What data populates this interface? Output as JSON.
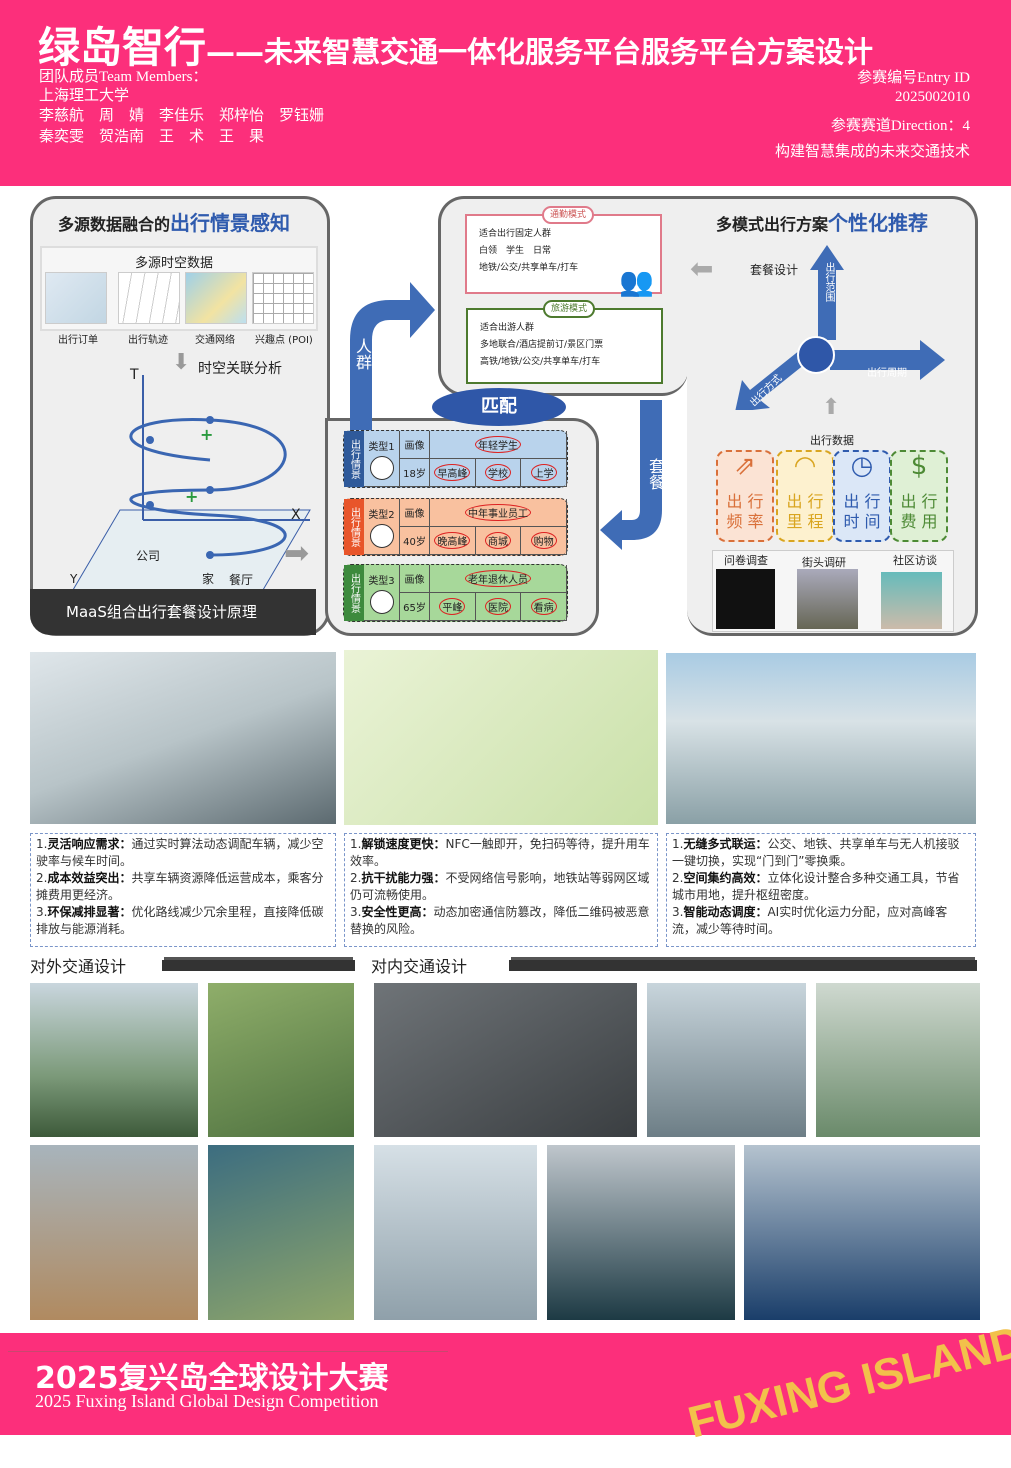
{
  "header": {
    "title_main": "绿岛智行",
    "title_sub": "——未来智慧交通一体化服务平台服务平台方案设计",
    "team_label": "团队成员Team Members：",
    "school": "上海理工大学",
    "members_line1": "李慈航　周　婧　李佳乐　郑梓怡　罗钰姗",
    "members_line2": "秦奕雯　贺浩南　王　术　王　果",
    "entry_label": "参赛编号Entry ID",
    "entry_id": "2025002010",
    "direction_label": "参赛赛道Direction：4",
    "direction_name": "构建智慧集成的未来交通技术"
  },
  "perception": {
    "title_plain": "多源数据融合的",
    "title_accent": "出行情景感知",
    "data_title": "多源时空数据",
    "sources": [
      "出行订单",
      "出行轨迹",
      "交通网络",
      "兴趣点 (POI)"
    ],
    "analysis_label": "时空关联分析",
    "axes": {
      "t": "T",
      "x": "X",
      "y": "Y"
    },
    "places": [
      "公司",
      "家",
      "餐厅"
    ],
    "modes": [
      "+",
      "+"
    ],
    "banner": "MaaS组合出行套餐设计原理"
  },
  "flow": {
    "crowd": "人群",
    "match": "匹配",
    "package": "套餐"
  },
  "modes": [
    {
      "tag": "通勤模式",
      "lines": [
        "适合出行固定人群",
        "白领　学生　日常",
        "地铁/公交/共享单车/打车"
      ],
      "color": "#e07a8a"
    },
    {
      "tag": "旅游模式",
      "lines": [
        "适合出游人群",
        "多地联合/酒店提前订/景区门票",
        "高铁/地铁/公交/共享单车/打车"
      ],
      "color": "#4d7a2e"
    }
  ],
  "scenarios": [
    {
      "side": "出行情景",
      "type": "类型1",
      "portrait": "画像",
      "persona": "年轻学生",
      "age": "18岁",
      "tags": [
        "早高峰",
        "学校",
        "上学"
      ],
      "color": "#b9d3ec",
      "side_color": "#2f5a9a"
    },
    {
      "side": "出行情景",
      "type": "类型2",
      "portrait": "画像",
      "persona": "中年事业员工",
      "age": "40岁",
      "tags": [
        "晚高峰",
        "商城",
        "购物"
      ],
      "color": "#f9c19f",
      "side_color": "#e8552a"
    },
    {
      "side": "出行情景",
      "type": "类型3",
      "portrait": "画像",
      "persona": "老年退休人员",
      "age": "65岁",
      "tags": [
        "平峰",
        "医院",
        "看病"
      ],
      "color": "#a7d89a",
      "side_color": "#3d8a3d"
    }
  ],
  "recommend": {
    "title_plain": "多模式出行方案",
    "title_accent": "个性化推荐",
    "package_design": "套餐设计",
    "axes": [
      "出行范围",
      "出行周期",
      "出行方式"
    ],
    "data_label": "出行数据",
    "metrics": [
      {
        "label1": "出 行",
        "label2": "频 率",
        "icon": "people-trend-icon",
        "color": "#d9703a",
        "bg": "#fbe3d4"
      },
      {
        "label1": "出 行",
        "label2": "里 程",
        "icon": "speedometer-icon",
        "color": "#d9a520",
        "bg": "#fdf1cf"
      },
      {
        "label1": "出 行",
        "label2": "时 间",
        "icon": "clock-icon",
        "color": "#2f5bae",
        "bg": "#dbe7f7"
      },
      {
        "label1": "出 行",
        "label2": "费 用",
        "icon": "dollar-icon",
        "color": "#4d8a35",
        "bg": "#dff0d5"
      }
    ],
    "methods": [
      "问卷调查",
      "街头调研",
      "社区访谈"
    ]
  },
  "features": [
    {
      "items": [
        {
          "n": "1.",
          "b": "灵活响应需求：",
          "t": "通过实时算法动态调配车辆，减少空驶率与候车时间。"
        },
        {
          "n": "2.",
          "b": "成本效益突出：",
          "t": "共享车辆资源降低运营成本，乘客分摊费用更经济。"
        },
        {
          "n": "3.",
          "b": "环保减排显著：",
          "t": "优化路线减少冗余里程，直接降低碳排放与能源消耗。"
        }
      ]
    },
    {
      "items": [
        {
          "n": "1.",
          "b": "解锁速度更快：",
          "t": "NFC一触即开，免扫码等待，提升用车效率。"
        },
        {
          "n": "2.",
          "b": "抗干扰能力强：",
          "t": "不受网络信号影响，地铁站等弱网区域仍可流畅使用。"
        },
        {
          "n": "3.",
          "b": "安全性更高：",
          "t": "动态加密通信防篡改，降低二维码被恶意替换的风险。"
        }
      ]
    },
    {
      "items": [
        {
          "n": "1.",
          "b": "无缝多式联运：",
          "t": "公交、地铁、共享单车与无人机接驳一键切换，实现“门到门”零换乘。"
        },
        {
          "n": "2.",
          "b": "空间集约高效：",
          "t": "立体化设计整合多种交通工具，节省城市用地，提升枢纽密度。"
        },
        {
          "n": "3.",
          "b": "智能动态调度：",
          "t": "AI实时优化运力分配，应对高峰客流，减少等待时间。"
        }
      ]
    }
  ],
  "sections": {
    "outer": "对外交通设计",
    "inner": "对内交通设计"
  },
  "footer": {
    "cn": "2025复兴岛全球设计大赛",
    "en": "2025 Fuxing Island Global Design Competition",
    "logo": "FUXING ISLAND"
  }
}
